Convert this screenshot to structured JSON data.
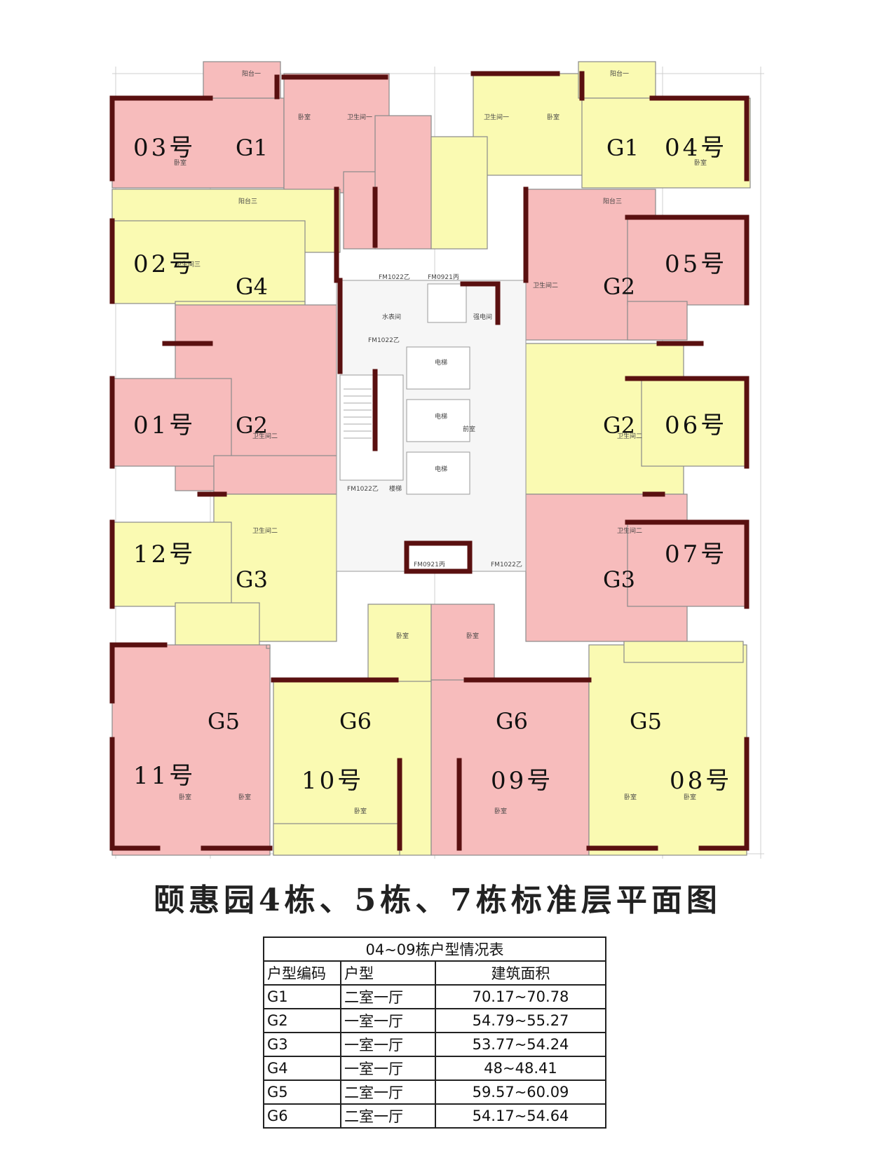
{
  "colors": {
    "pink": "#f7bcbc",
    "yellow": "#fafab2",
    "wall": "#6b1414",
    "line": "#9a9a9a"
  },
  "units": [
    {
      "number": "03号",
      "type": "G1",
      "color": "pink"
    },
    {
      "number": "04号",
      "type": "G1",
      "color": "yellow"
    },
    {
      "number": "02号",
      "type": "G4",
      "color": "yellow"
    },
    {
      "number": "05号",
      "type": "G2",
      "color": "pink"
    },
    {
      "number": "01号",
      "type": "G2",
      "color": "pink"
    },
    {
      "number": "06号",
      "type": "G2",
      "color": "yellow"
    },
    {
      "number": "12号",
      "type": "G3",
      "color": "yellow"
    },
    {
      "number": "07号",
      "type": "G3",
      "color": "pink"
    },
    {
      "number": "11号",
      "type": "G5",
      "color": "pink"
    },
    {
      "number": "10号",
      "type": "G6",
      "color": "yellow"
    },
    {
      "number": "09号",
      "type": "G6",
      "color": "pink"
    },
    {
      "number": "08号",
      "type": "G5",
      "color": "yellow"
    }
  ],
  "core_labels": [
    "FM1022乙",
    "FM0921丙",
    "FM1022乙",
    "FM1022乙",
    "FM1022乙",
    "FM0921丙"
  ],
  "title": "颐惠园4栋、5栋、7栋标准层平面图",
  "table": {
    "caption": "04~09栋户型情况表",
    "headers": [
      "户型编码",
      "户型",
      "建筑面积"
    ],
    "rows": [
      [
        "G1",
        "二室一厅",
        "70.17~70.78"
      ],
      [
        "G2",
        "一室一厅",
        "54.79~55.27"
      ],
      [
        "G3",
        "一室一厅",
        "53.77~54.24"
      ],
      [
        "G4",
        "一室一厅",
        "48~48.41"
      ],
      [
        "G5",
        "二室一厅",
        "59.57~60.09"
      ],
      [
        "G6",
        "二室一厅",
        "54.17~54.64"
      ]
    ]
  }
}
